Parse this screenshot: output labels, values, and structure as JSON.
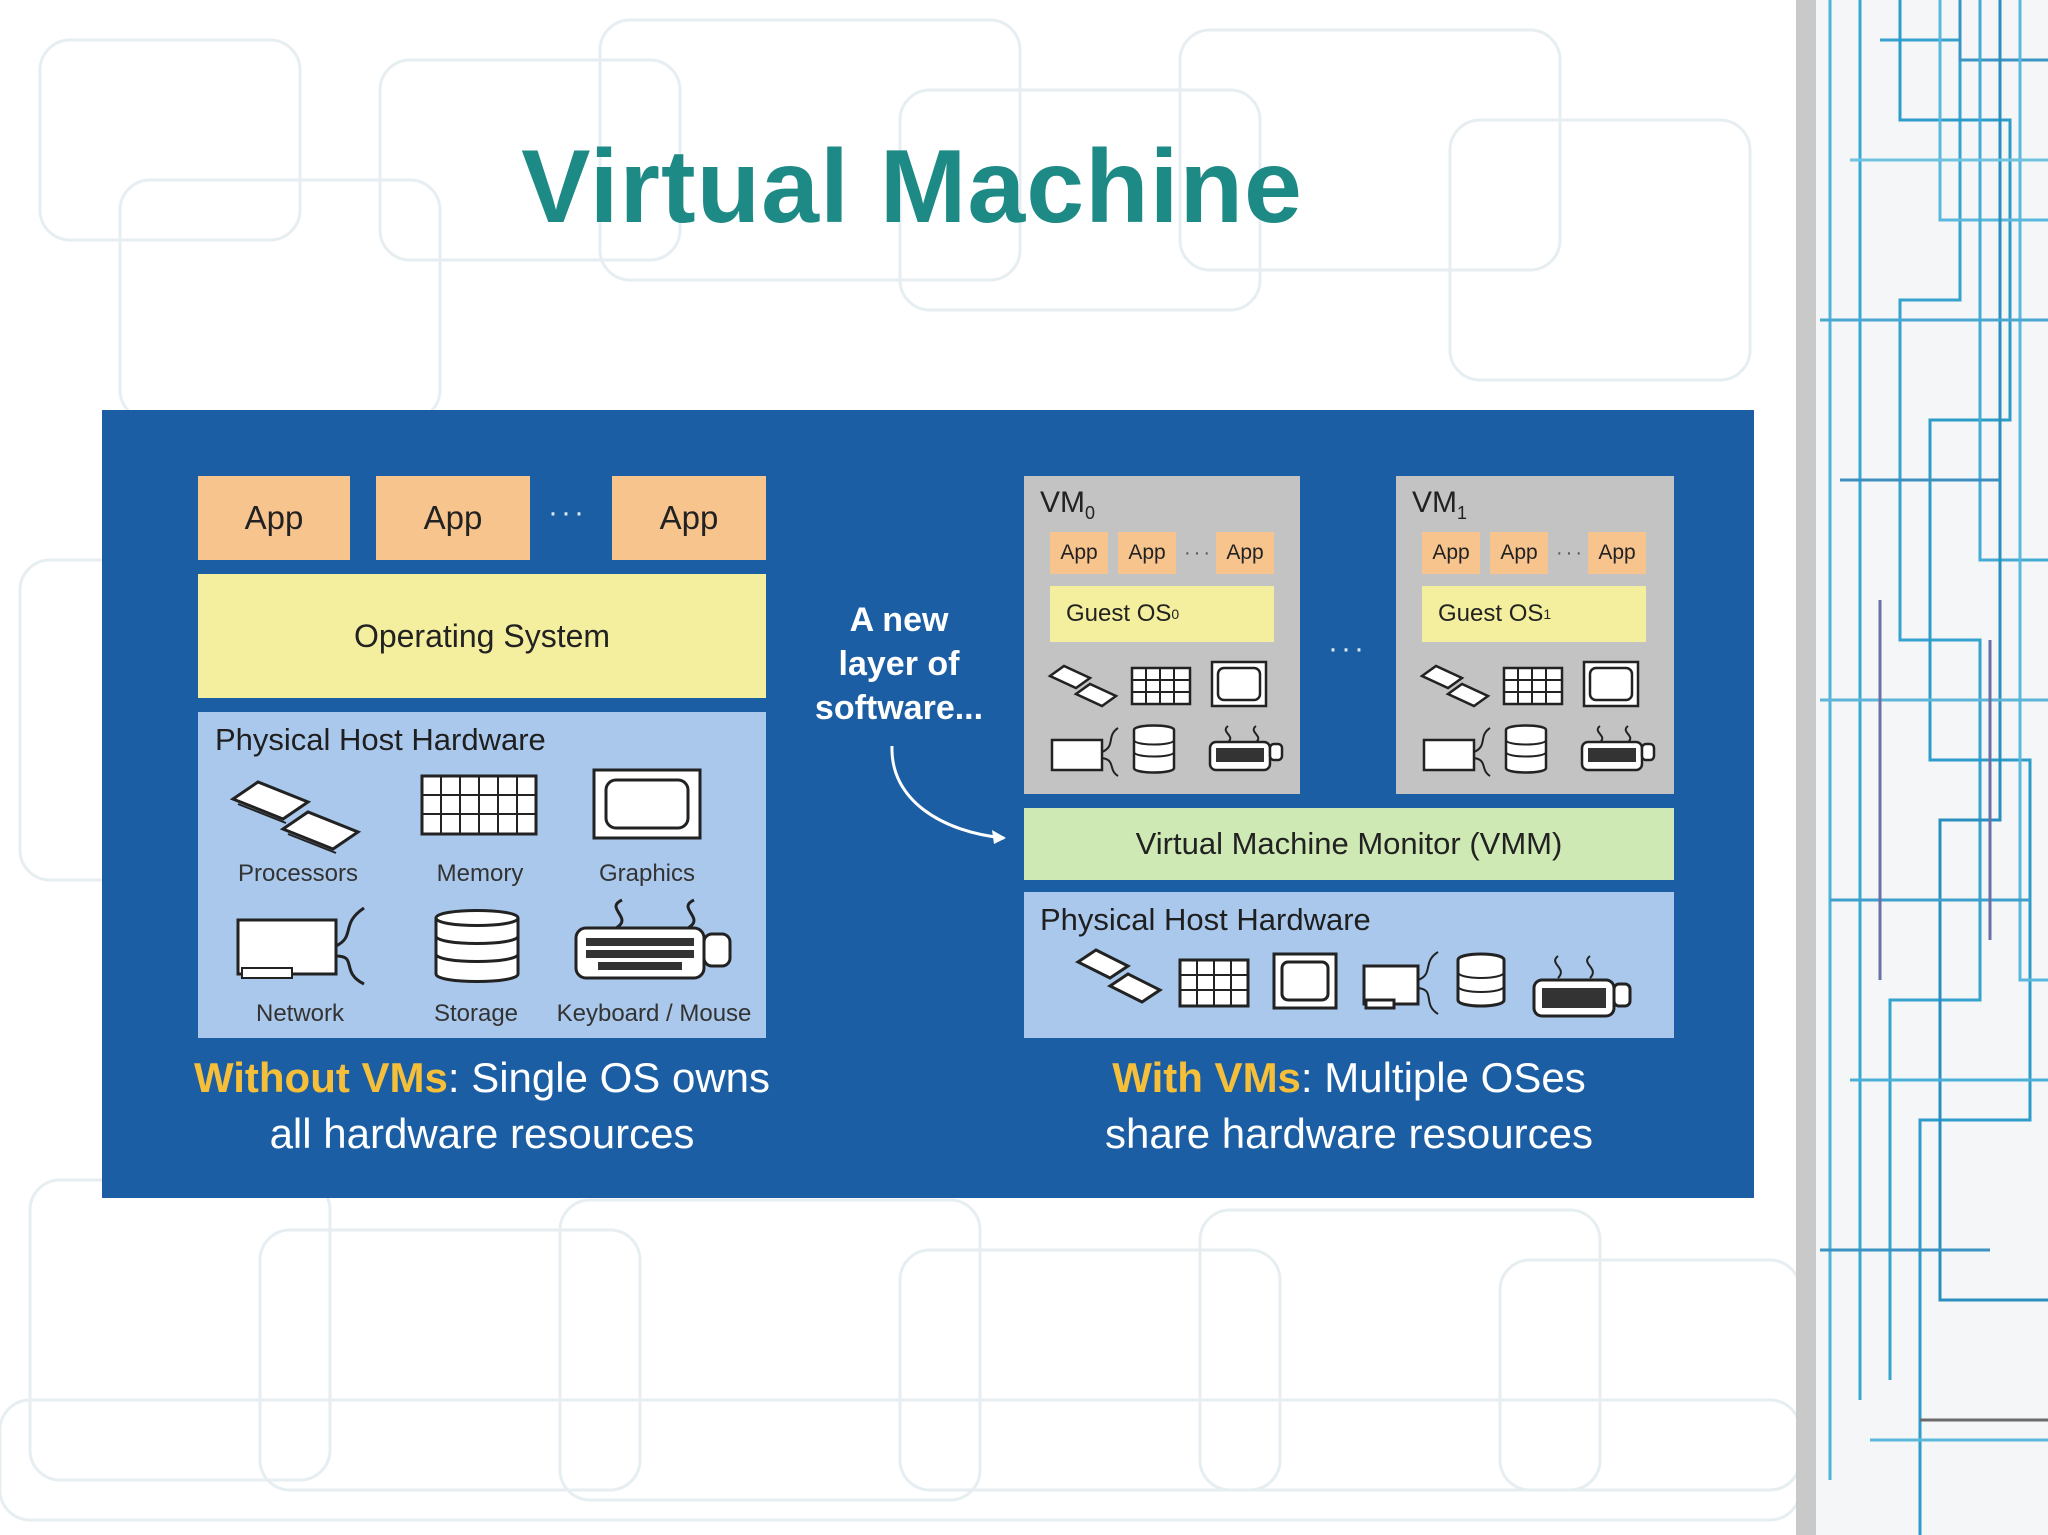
{
  "title": "Virtual Machine",
  "left": {
    "apps": [
      "App",
      "App",
      "App"
    ],
    "app_ellipsis": "···",
    "os": "Operating System",
    "hardware_title": "Physical Host Hardware",
    "devices": [
      "Processors",
      "Memory",
      "Graphics",
      "Network",
      "Storage",
      "Keyboard / Mouse"
    ],
    "caption_highlight": "Without VMs",
    "caption_line1": ": Single OS owns",
    "caption_line2": "all hardware resources"
  },
  "middle": {
    "line1": "A new",
    "line2": "layer of",
    "line3": "software..."
  },
  "right": {
    "vms": [
      {
        "name": "VM",
        "sub": "0",
        "apps": [
          "App",
          "App",
          "App"
        ],
        "guest_os": "Guest OS",
        "guest_os_sub": "0"
      },
      {
        "name": "VM",
        "sub": "1",
        "apps": [
          "App",
          "App",
          "App"
        ],
        "guest_os": "Guest OS",
        "guest_os_sub": "1"
      }
    ],
    "vm_ellipsis": "···",
    "vmm": "Virtual Machine Monitor (VMM)",
    "hardware_title": "Physical Host Hardware",
    "caption_highlight": "With VMs",
    "caption_line1": ": Multiple OSes",
    "caption_line2": "share hardware resources"
  },
  "colors": {
    "title": "#1e8a86",
    "diagram_bg": "#1c5ea4",
    "app": "#f8c48e",
    "os": "#f4ef9e",
    "hardware": "#a9c8ec",
    "vm": "#c3c3c3",
    "vmm": "#cfe9b4",
    "highlight": "#f6bf3a"
  }
}
